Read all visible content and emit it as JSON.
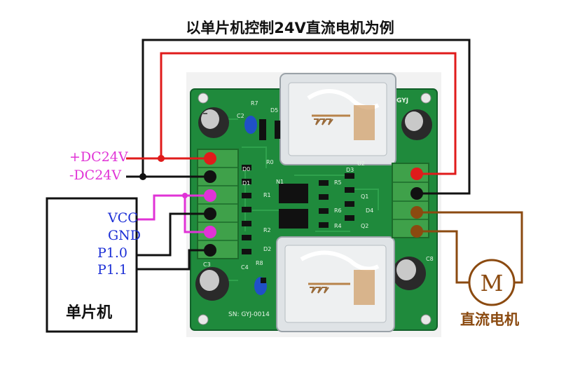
{
  "title": "以单片机控制24V直流电机为例",
  "power": {
    "positive": "+DC24V",
    "negative": "-DC24V"
  },
  "mcu": {
    "name": "单片机",
    "pins": [
      "VCC",
      "GND",
      "P1.0",
      "P1.1"
    ]
  },
  "motor": {
    "name": "直流电机",
    "symbol": "M"
  },
  "board": {
    "serial": "SN:  GYJ-0014",
    "brand": "GYJ",
    "silkscreen": [
      "R7",
      "C2",
      "D5",
      "R0",
      "D0",
      "D1",
      "R1",
      "N1",
      "R5",
      "D3",
      "R6",
      "D4",
      "Q1",
      "Q2",
      "R4",
      "R2",
      "D2",
      "R8",
      "C4",
      "C3",
      "C8",
      "U2"
    ]
  },
  "colors": {
    "positive_wire": "#e01b1b",
    "negative_wire": "#111111",
    "vcc_wire": "#e033d6",
    "motor_wire": "#8b4a10",
    "pcb": "#1f8a3c",
    "terminal": "#3fa14a"
  }
}
